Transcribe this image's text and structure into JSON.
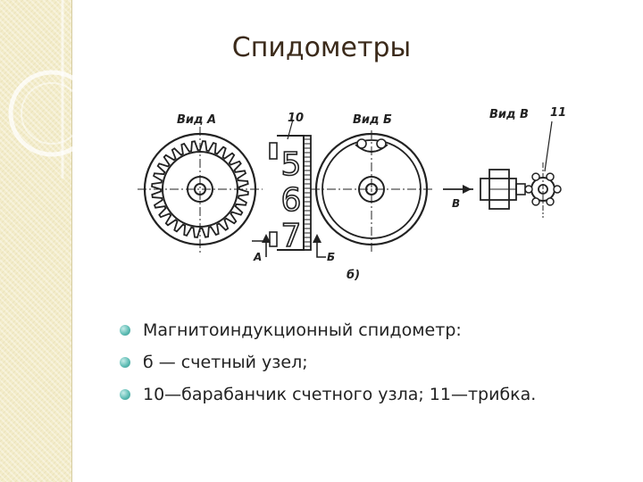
{
  "slide": {
    "title": "Спидометры",
    "bullets": [
      "Магнитоиндукционный спидометр:",
      "б — счетный узел;",
      "10—барабанчик счетного узла; 11—трибка."
    ]
  },
  "figure": {
    "labels": {
      "view_a": "Вид А",
      "view_b": "Вид Б",
      "view_v": "Вид В",
      "num_10": "10",
      "num_11": "11",
      "arrow_a": "А",
      "arrow_b": "Б",
      "arrow_v": "В",
      "caption": "б)"
    },
    "drum_digits": [
      "5",
      "6",
      "7"
    ]
  },
  "colors": {
    "accent_bullet": "#5fbdb5",
    "title": "#3b2a1a",
    "sidebar": "#f3ecc9"
  }
}
